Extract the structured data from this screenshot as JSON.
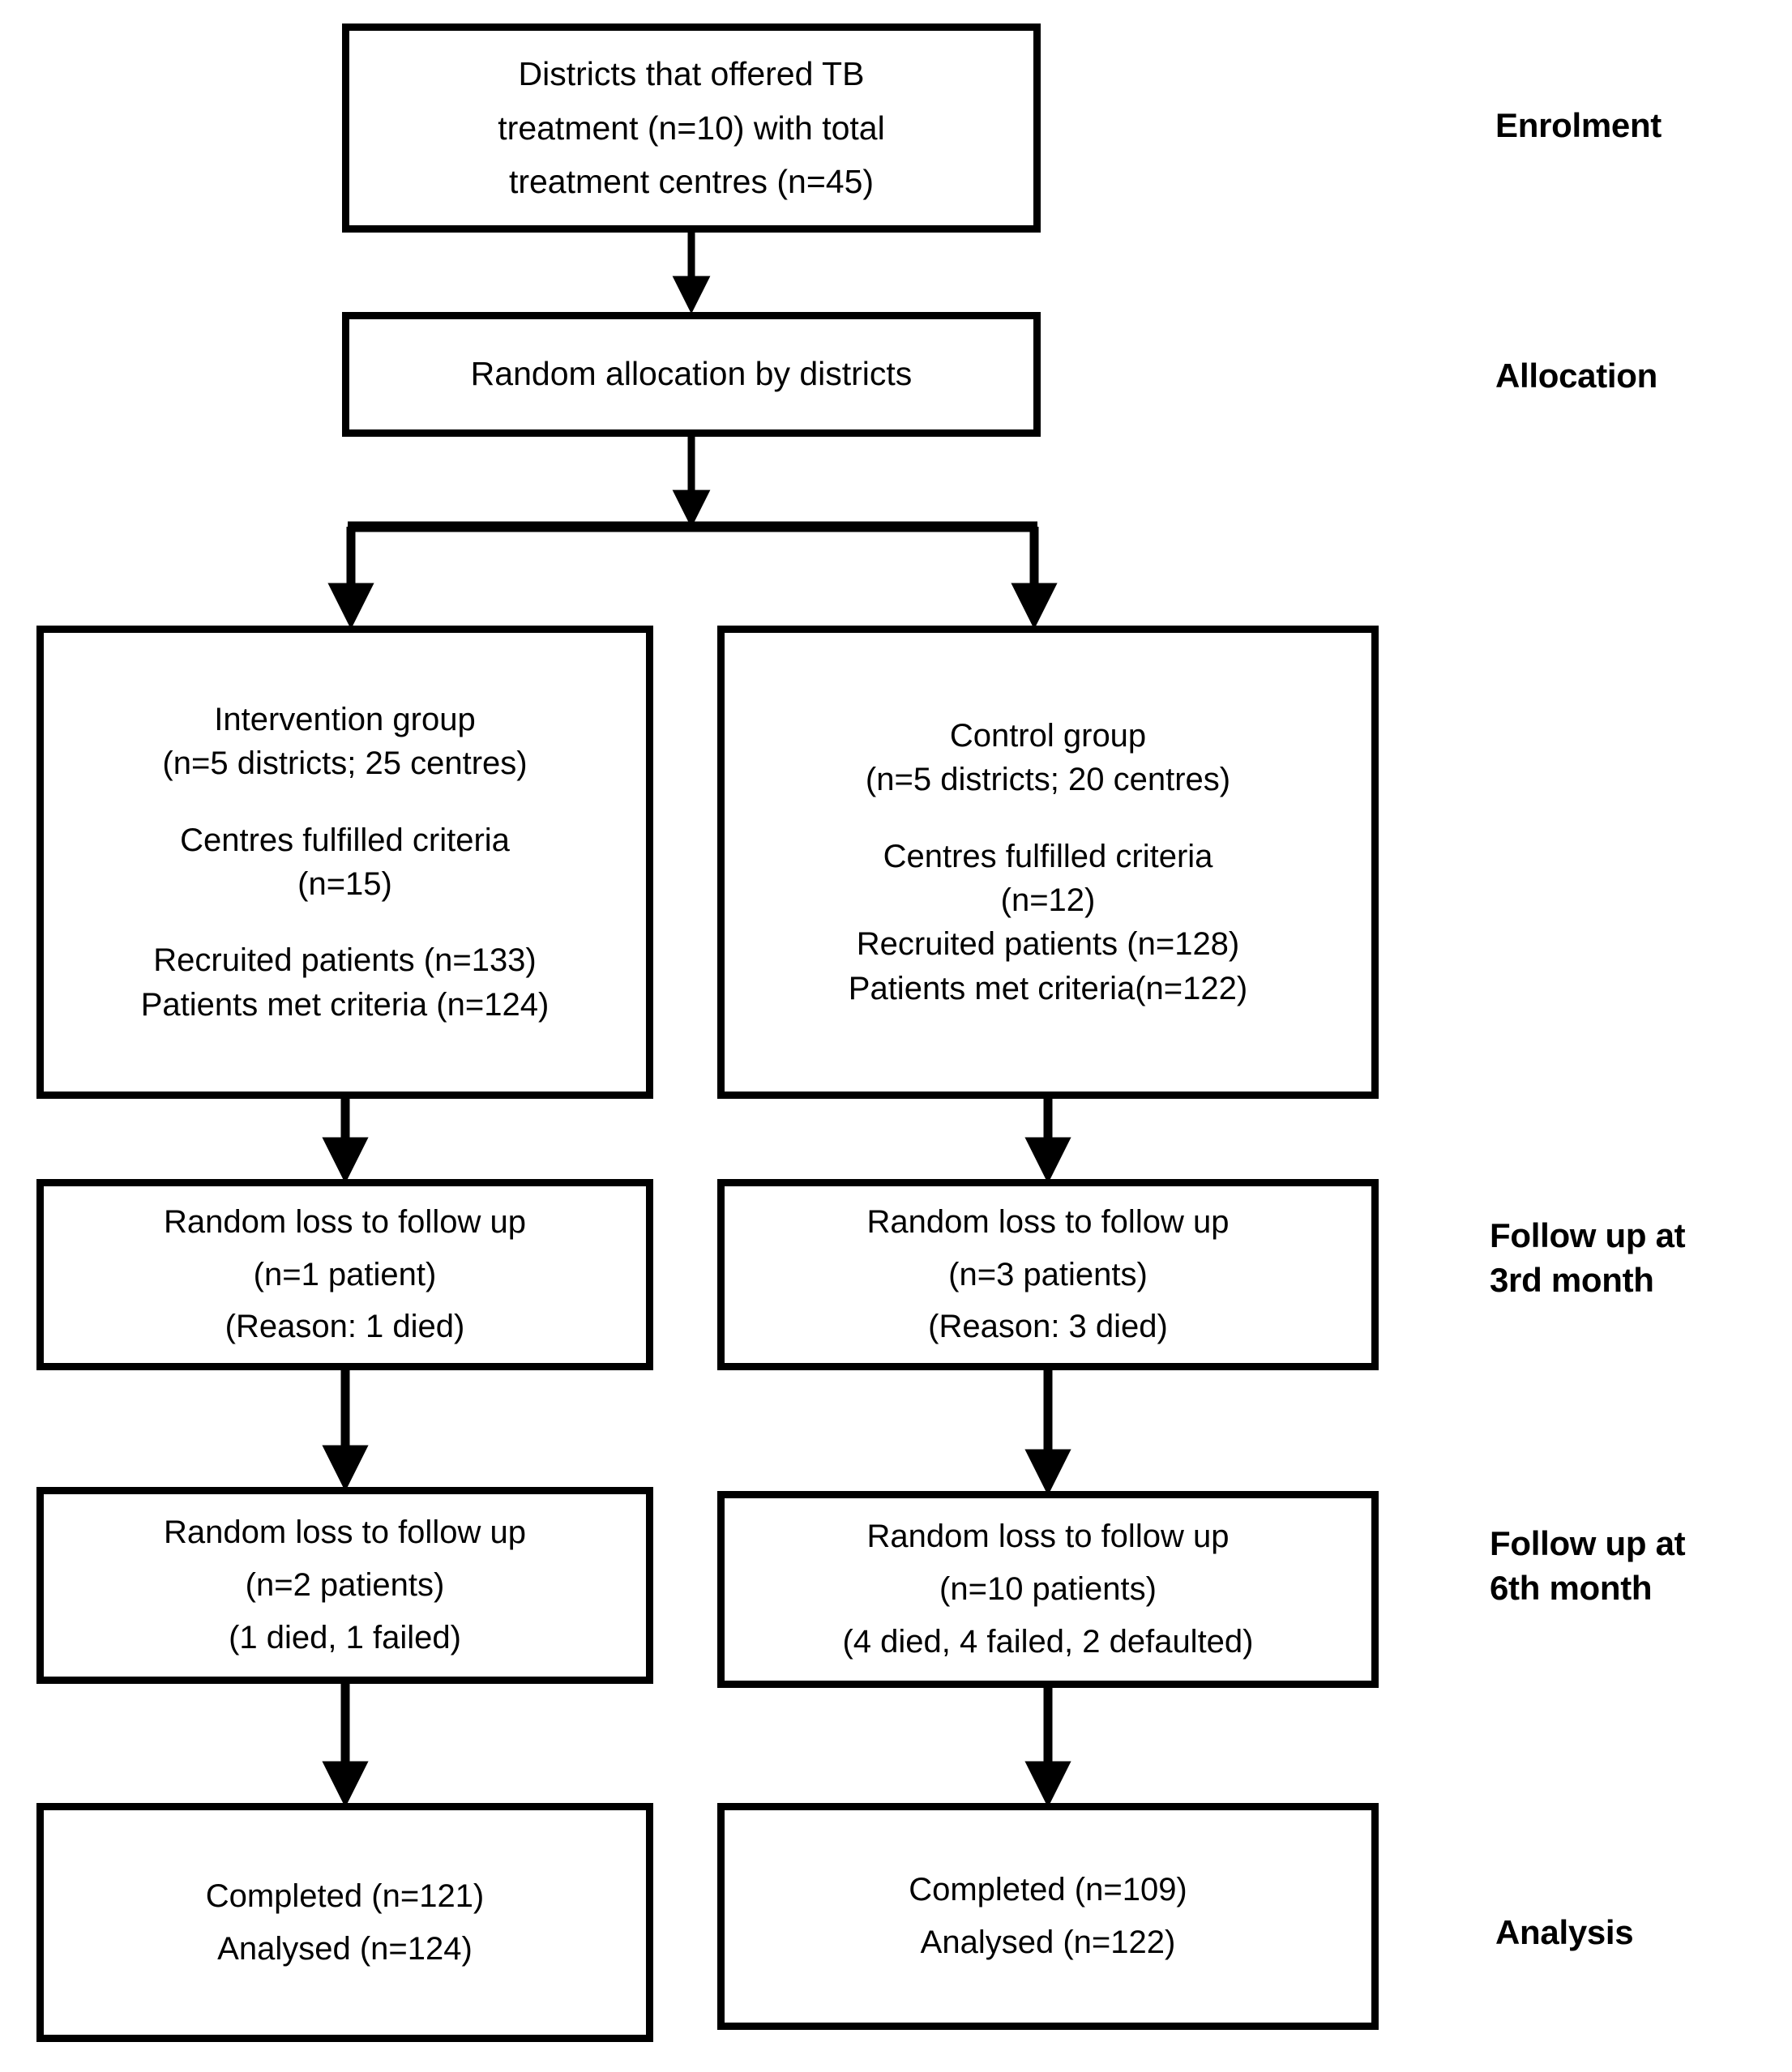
{
  "diagram": {
    "type": "consort-flow-diagram",
    "title": "CONSORT participant flow diagram",
    "colors": {
      "line": "#000000",
      "box_fill": "#ffffff",
      "text": "#000000",
      "background": "#ffffff"
    }
  },
  "nodes": {
    "enrolment": {
      "id": "enrolment-box",
      "lines": [
        "Districts that offered TB",
        "treatment (n=10) with total",
        "treatment centres (n=45)"
      ]
    },
    "allocation": {
      "id": "allocation-box",
      "lines": [
        "Random allocation by districts"
      ]
    },
    "intervention": {
      "id": "intervention-group-box",
      "lines": [
        "Intervention group",
        "(n=5 districts; 25 centres)",
        "",
        "Centres fulfilled criteria",
        "(n=15)",
        "",
        "Recruited patients (n=133)",
        "Patients met criteria (n=124)"
      ]
    },
    "control": {
      "id": "control-group-box",
      "lines": [
        "Control group",
        "(n=5 districts; 20 centres)",
        "",
        "Centres fulfilled criteria",
        "(n=12)",
        "Recruited patients (n=128)",
        "Patients met criteria(n=122)"
      ]
    },
    "loss3_left": {
      "id": "intervention-loss-3rd-month-box",
      "lines": [
        "Random loss to follow up",
        "(n=1 patient)",
        "(Reason: 1 died)"
      ]
    },
    "loss3_right": {
      "id": "control-loss-3rd-month-box",
      "lines": [
        "Random loss to follow up",
        "(n=3 patients)",
        "(Reason: 3 died)"
      ]
    },
    "loss6_left": {
      "id": "intervention-loss-6th-month-box",
      "lines": [
        "Random loss to follow up",
        "(n=2 patients)",
        "(1 died, 1 failed)"
      ]
    },
    "loss6_right": {
      "id": "control-loss-6th-month-box",
      "lines": [
        "Random loss to follow up",
        "(n=10 patients)",
        "(4 died, 4 failed, 2 defaulted)"
      ]
    },
    "analysis_left": {
      "id": "intervention-analysis-box",
      "lines": [
        "Completed (n=121)",
        "Analysed (n=124)"
      ]
    },
    "analysis_right": {
      "id": "control-analysis-box",
      "lines": [
        "Completed (n=109)",
        "Analysed (n=122)"
      ]
    }
  },
  "stage_labels": {
    "enrolment": "Enrolment",
    "allocation": "Allocation",
    "follow_up_3rd": "Follow up at\n3rd month",
    "follow_up_6th": "Follow up at\n6th month",
    "analysis": "Analysis"
  },
  "counts": {
    "districts_offering_tb_treatment": 10,
    "total_treatment_centres": 45,
    "intervention_districts": 5,
    "intervention_centres": 25,
    "intervention_centres_fulfilled_criteria": 15,
    "intervention_recruited_patients": 133,
    "intervention_patients_met_criteria": 124,
    "intervention_loss_3rd_month": 1,
    "intervention_loss_6th_month": 2,
    "intervention_completed": 121,
    "intervention_analysed": 124,
    "control_districts": 5,
    "control_centres": 20,
    "control_centres_fulfilled_criteria": 12,
    "control_recruited_patients": 128,
    "control_patients_met_criteria": 122,
    "control_loss_3rd_month": 3,
    "control_loss_6th_month": 10,
    "control_completed": 109,
    "control_analysed": 122
  }
}
